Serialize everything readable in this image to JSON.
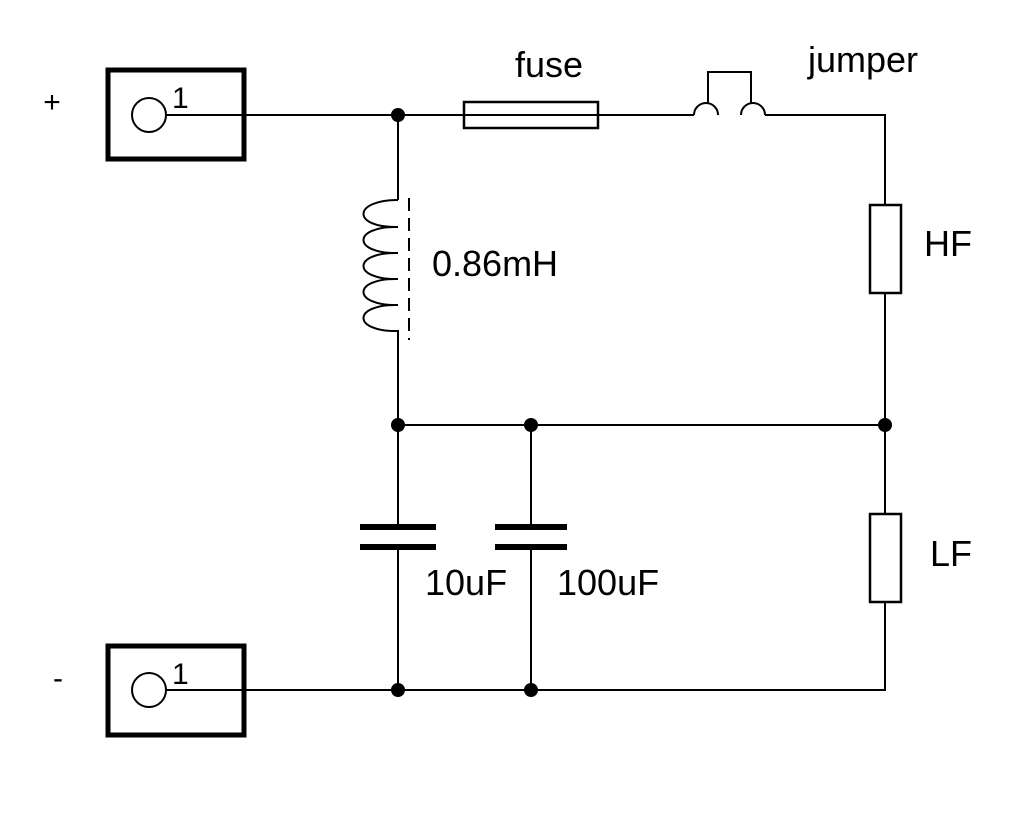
{
  "terminals": {
    "positive": {
      "polarity": "+",
      "pin": "1"
    },
    "negative": {
      "polarity": "-",
      "pin": "1"
    }
  },
  "components": {
    "fuse": "fuse",
    "jumper": "jumper",
    "inductor": "0.86mH",
    "resistor_hf": "HF",
    "resistor_lf": "LF",
    "capacitor_1": "10uF",
    "capacitor_2": "100uF"
  }
}
